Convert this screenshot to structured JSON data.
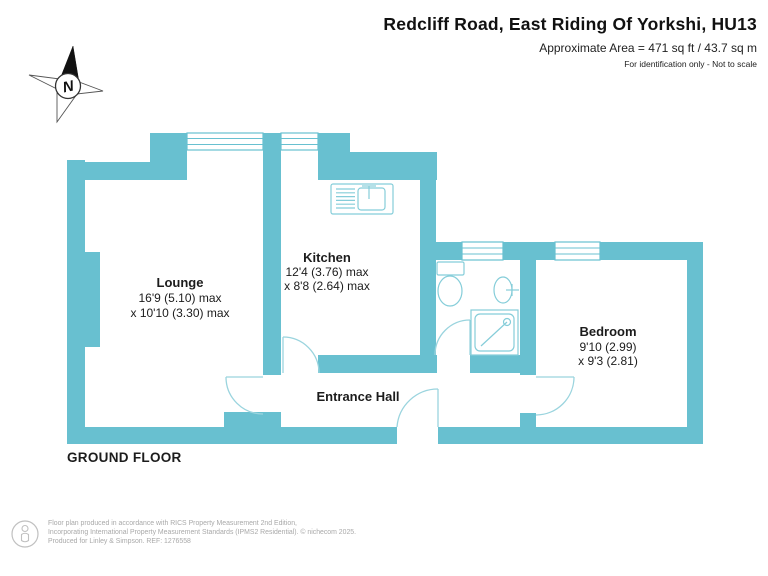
{
  "header": {
    "title": "Redcliff Road, East Riding Of Yorkshi, HU13",
    "area_line": "Approximate Area = 471 sq ft / 43.7 sq m",
    "disclaimer": "For identification only - Not to scale"
  },
  "compass": {
    "letter": "N"
  },
  "rooms": {
    "lounge": {
      "name": "Lounge",
      "dim1": "16'9 (5.10) max",
      "dim2": "x 10'10 (3.30) max"
    },
    "kitchen": {
      "name": "Kitchen",
      "dim1": "12'4 (3.76) max",
      "dim2": "x 8'8 (2.64) max"
    },
    "bedroom": {
      "name": "Bedroom",
      "dim1": "9'10 (2.99)",
      "dim2": "x 9'3 (2.81)"
    },
    "entrance_hall": {
      "name": "Entrance Hall"
    }
  },
  "floor_label": "GROUND FLOOR",
  "footer": {
    "line1": "Floor plan produced in accordance with RICS Property Measurement 2nd Edition,",
    "line2": "Incorporating International Property Measurement Standards (IPMS2 Residential).  © nichecom 2025.",
    "line3": "Produced for Linley & Simpson.   REF: 1276558"
  },
  "colors": {
    "wall": "#68c0d0",
    "fixture": "#85cdd9",
    "door": "#9ad4de",
    "text": "#1c1c1c",
    "footer_text": "#a9a9a9"
  }
}
